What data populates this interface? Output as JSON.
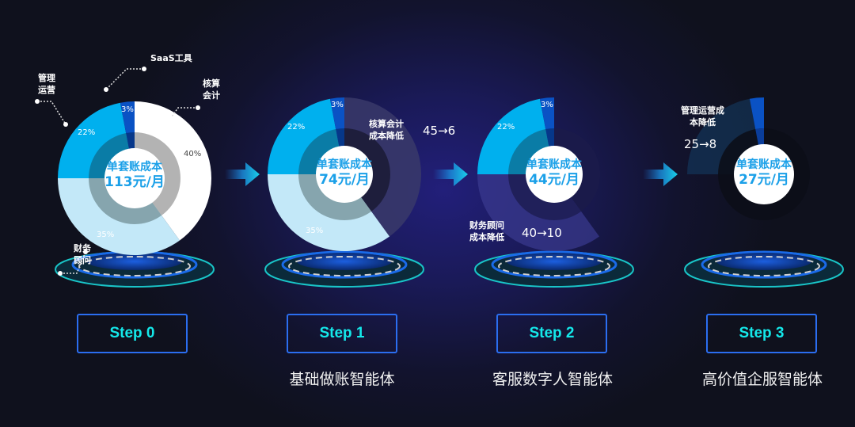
{
  "colors": {
    "background": "#0f111d",
    "accent_cyan": "#14e8ea",
    "step_border": "#2b6ef0",
    "center_text": "#1ba0e8",
    "seg_accounting": "#ffffff",
    "seg_advisor": "#c3e8f8",
    "seg_ops": "#00b0ee",
    "seg_saas": "#0a52c4"
  },
  "steps": [
    {
      "label": "Step 0",
      "desc": "",
      "center_line1": "单套账成本",
      "center_line2": "113元/月",
      "callouts": {
        "saas": "SaaS工具",
        "ops": "管理\n运营",
        "accounting": "核算\n会计",
        "advisor": "财务\n顾问"
      },
      "pcts": {
        "saas": "3%",
        "ops": "22%",
        "accounting": "40%",
        "advisor": "35%"
      }
    },
    {
      "label": "Step 1",
      "desc": "基础做账智能体",
      "center_line1": "单套账成本",
      "center_line2": "74元/月",
      "reduction_label": "核算会计\n成本降低",
      "reduction_value": "45→6",
      "pcts": {
        "saas": "3%",
        "ops": "22%",
        "advisor": "35%"
      }
    },
    {
      "label": "Step 2",
      "desc": "客服数字人智能体",
      "center_line1": "单套账成本",
      "center_line2": "44元/月",
      "reduction_label": "财务顾问\n成本降低",
      "reduction_value": "40→10",
      "pcts": {
        "saas": "3%",
        "ops": "22%"
      }
    },
    {
      "label": "Step 3",
      "desc": "高价值企服智能体",
      "center_line1": "单套账成本",
      "center_line2": "27元/月",
      "reduction_label": "管理运营成\n本降低",
      "reduction_value": "25→8"
    }
  ],
  "chart_data": [
    {
      "type": "pie",
      "title": "Step 0 单套账成本 113元/月",
      "categories": [
        "核算会计",
        "财务顾问",
        "管理运营",
        "SaaS工具"
      ],
      "values": [
        40,
        35,
        22,
        3
      ],
      "center_value": "113元/月"
    },
    {
      "type": "pie",
      "title": "Step 1 基础做账智能体 单套账成本 74元/月",
      "categories": [
        "核算会计(降低)",
        "财务顾问",
        "管理运营",
        "SaaS工具"
      ],
      "values": [
        40,
        35,
        22,
        3
      ],
      "highlight": "核算会计成本降低 45→6",
      "center_value": "74元/月"
    },
    {
      "type": "pie",
      "title": "Step 2 客服数字人智能体 单套账成本 44元/月",
      "categories": [
        "核算会计(降低)",
        "财务顾问(降低)",
        "管理运营",
        "SaaS工具"
      ],
      "values": [
        40,
        35,
        22,
        3
      ],
      "highlight": "财务顾问成本降低 40→10",
      "center_value": "44元/月"
    },
    {
      "type": "pie",
      "title": "Step 3 高价值企服智能体 单套账成本 27元/月",
      "categories": [
        "核算会计(降低)",
        "财务顾问(降低)",
        "管理运营(降低)",
        "SaaS工具"
      ],
      "values": [
        40,
        35,
        22,
        3
      ],
      "highlight": "管理运营成本降低 25→8",
      "center_value": "27元/月"
    }
  ]
}
